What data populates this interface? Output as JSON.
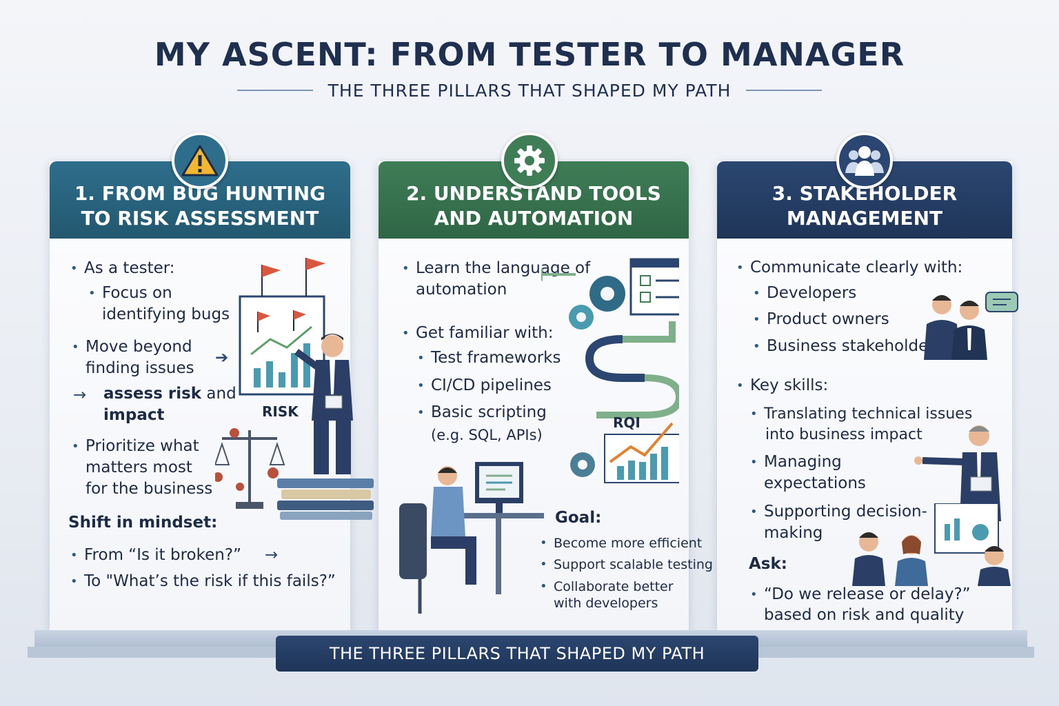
{
  "header": {
    "title": "MY ASCENT: FROM TESTER TO MANAGER",
    "subtitle": "THE THREE PILLARS THAT SHAPED MY PATH"
  },
  "pillars": [
    {
      "title": "1. FROM BUG HUNTING\nTO RISK ASSESSMENT",
      "icon": "warning-icon",
      "color": "#2e6e8c",
      "items": {
        "tester": "As a tester:",
        "focus_1": "Focus on",
        "focus_2": "identifying bugs",
        "move_1": "Move beyond",
        "move_2": "finding issues",
        "assess_bold": "assess risk",
        "assess_and": " and",
        "impact": "impact",
        "prio_1": "Prioritize what",
        "prio_2": "matters most",
        "prio_3": "for the business",
        "shift": "Shift in mindset:",
        "from": "From “Is it broken?”",
        "to": "To \"What’s the risk if this fails?”",
        "risk_label": "RISK"
      }
    },
    {
      "title": "2. UNDERSTAND TOOLS\nAND AUTOMATION",
      "icon": "gear-icon",
      "color": "#3f7d57",
      "items": {
        "learn_1": "Learn the language of",
        "learn_2": "automation",
        "familiar": "Get familiar with:",
        "frameworks": "Test frameworks",
        "cicd": "CI/CD pipelines",
        "scripting_1": "Basic scripting",
        "scripting_2": "(e.g. SQL, APIs)",
        "goal": "Goal:",
        "goal_1": "Become more efficient",
        "goal_2": "Support scalable testing",
        "goal_3a": "Collaborate better",
        "goal_3b": "with developers",
        "roi_label": "RQI"
      }
    },
    {
      "title": "3. STAKEHOLDER\nMANAGEMENT",
      "icon": "team-icon",
      "color": "#2b4670",
      "items": {
        "communicate": "Communicate clearly with:",
        "developers": "Developers",
        "product_owners": "Product owners",
        "business": "Business stakeholders",
        "skills": "Key skills:",
        "translate_1": "Translating technical issues",
        "translate_2": "into business impact",
        "manage_1": "Managing",
        "manage_2": "expectations",
        "support_1": "Supporting decision-",
        "support_2": "making",
        "ask": "Ask:",
        "ask_1": "“Do we release or delay?”",
        "ask_2": "based on risk and quality"
      }
    }
  ],
  "footer": {
    "banner": "THE THREE PILLARS THAT SHAPED MY PATH"
  }
}
